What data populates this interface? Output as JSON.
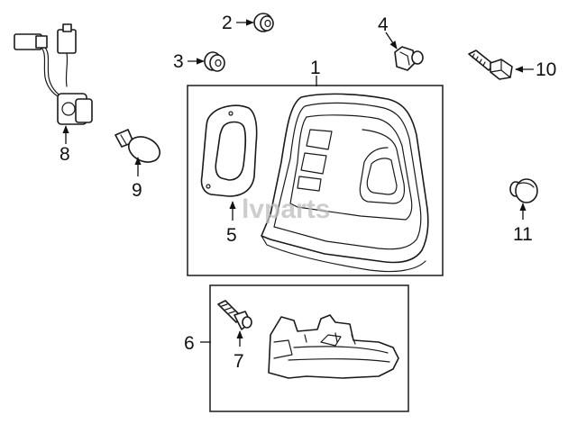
{
  "diagram": {
    "callouts": {
      "c1": "1",
      "c2": "2",
      "c3": "3",
      "c4": "4",
      "c5": "5",
      "c6": "6",
      "c7": "7",
      "c8": "8",
      "c9": "9",
      "c10": "10",
      "c11": "11"
    },
    "watermark": "lvparts"
  },
  "colors": {
    "line": "#1a1a1a",
    "background": "#ffffff",
    "watermark": "#bdbdbd"
  }
}
